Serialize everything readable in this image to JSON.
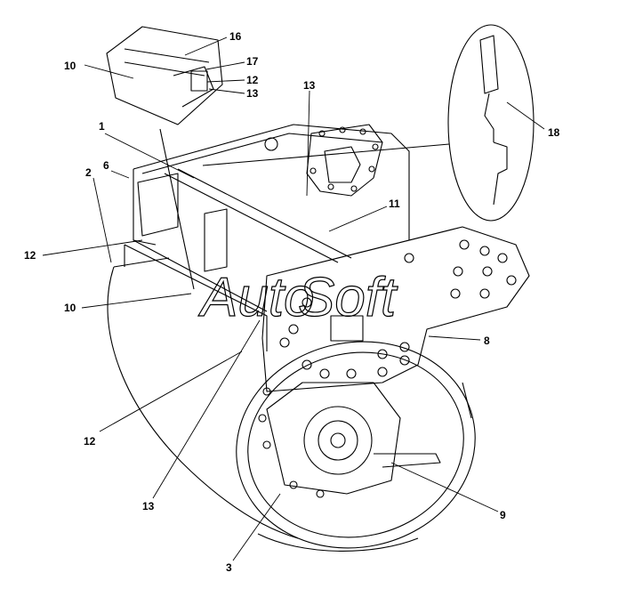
{
  "watermark": {
    "text_a": "Auto",
    "text_b": "Soft"
  },
  "callouts": [
    {
      "id": "c16",
      "label": "16"
    },
    {
      "id": "c17",
      "label": "17"
    },
    {
      "id": "c10a",
      "label": "10"
    },
    {
      "id": "c12a",
      "label": "12"
    },
    {
      "id": "c13a",
      "label": "13"
    },
    {
      "id": "c13b",
      "label": "13"
    },
    {
      "id": "c1",
      "label": "1"
    },
    {
      "id": "c6",
      "label": "6"
    },
    {
      "id": "c2",
      "label": "2"
    },
    {
      "id": "c18",
      "label": "18"
    },
    {
      "id": "c11",
      "label": "11"
    },
    {
      "id": "c12b",
      "label": "12"
    },
    {
      "id": "c10b",
      "label": "10"
    },
    {
      "id": "c8",
      "label": "8"
    },
    {
      "id": "c12c",
      "label": "12"
    },
    {
      "id": "c13c",
      "label": "13"
    },
    {
      "id": "c9",
      "label": "9"
    },
    {
      "id": "c3",
      "label": "3"
    }
  ]
}
